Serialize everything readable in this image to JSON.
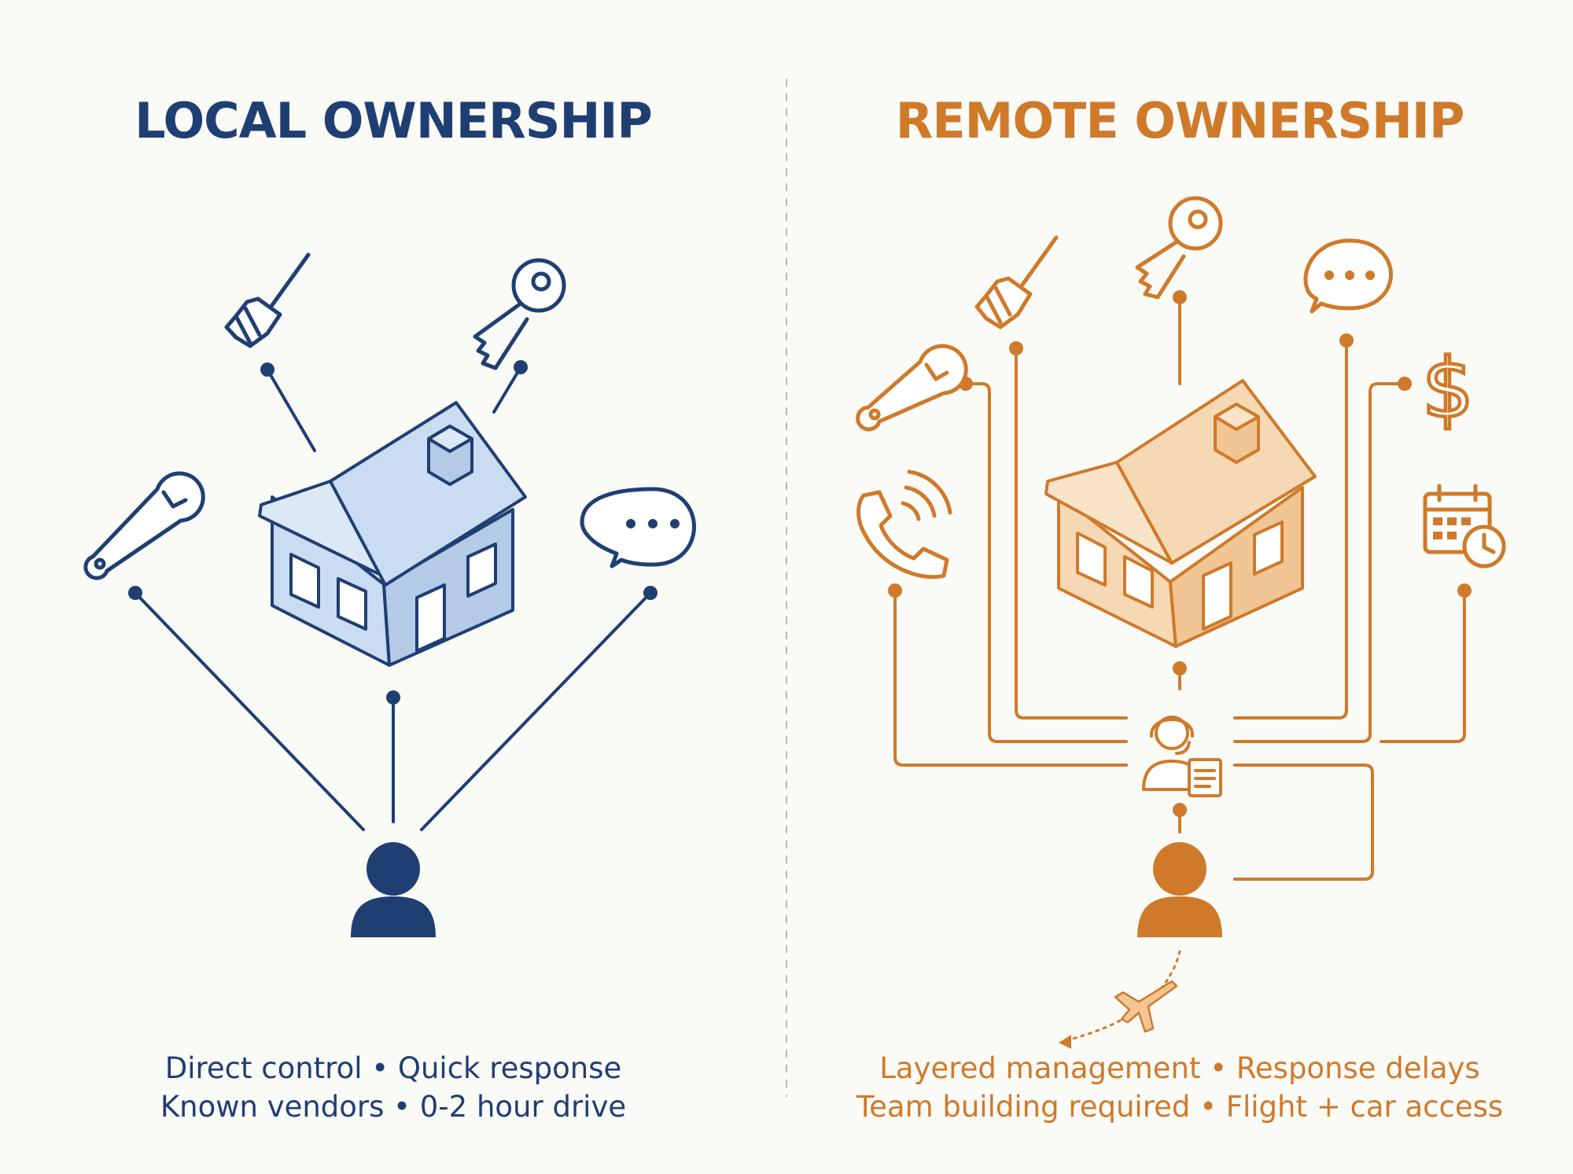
{
  "colors": {
    "local": "#1f3f73",
    "local_fill": "#c9dcf1",
    "local_fill_dark": "#b3cbe6",
    "remote": "#cf7a2a",
    "remote_fill": "#f7d8b5",
    "remote_fill_dark": "#f2c694",
    "divider": "#b9b9b9",
    "background": "#fafaf7"
  },
  "local": {
    "title": "LOCAL OWNERSHIP",
    "caption_line1": "Direct control • Quick response",
    "caption_line2": "Known vendors • 0-2 hour drive",
    "icons": [
      "broom-icon",
      "key-icon",
      "wrench-icon",
      "chat-bubble-icon",
      "house-icon",
      "owner-person-icon"
    ]
  },
  "remote": {
    "title": "REMOTE OWNERSHIP",
    "caption_line1": "Layered management • Response delays",
    "caption_line2": "Team building required • Flight + car access",
    "icons": [
      "broom-icon",
      "key-icon",
      "chat-bubble-icon",
      "wrench-icon",
      "dollar-icon",
      "phone-icon",
      "calendar-clock-icon",
      "house-icon",
      "property-manager-icon",
      "owner-person-icon",
      "airplane-icon"
    ]
  }
}
